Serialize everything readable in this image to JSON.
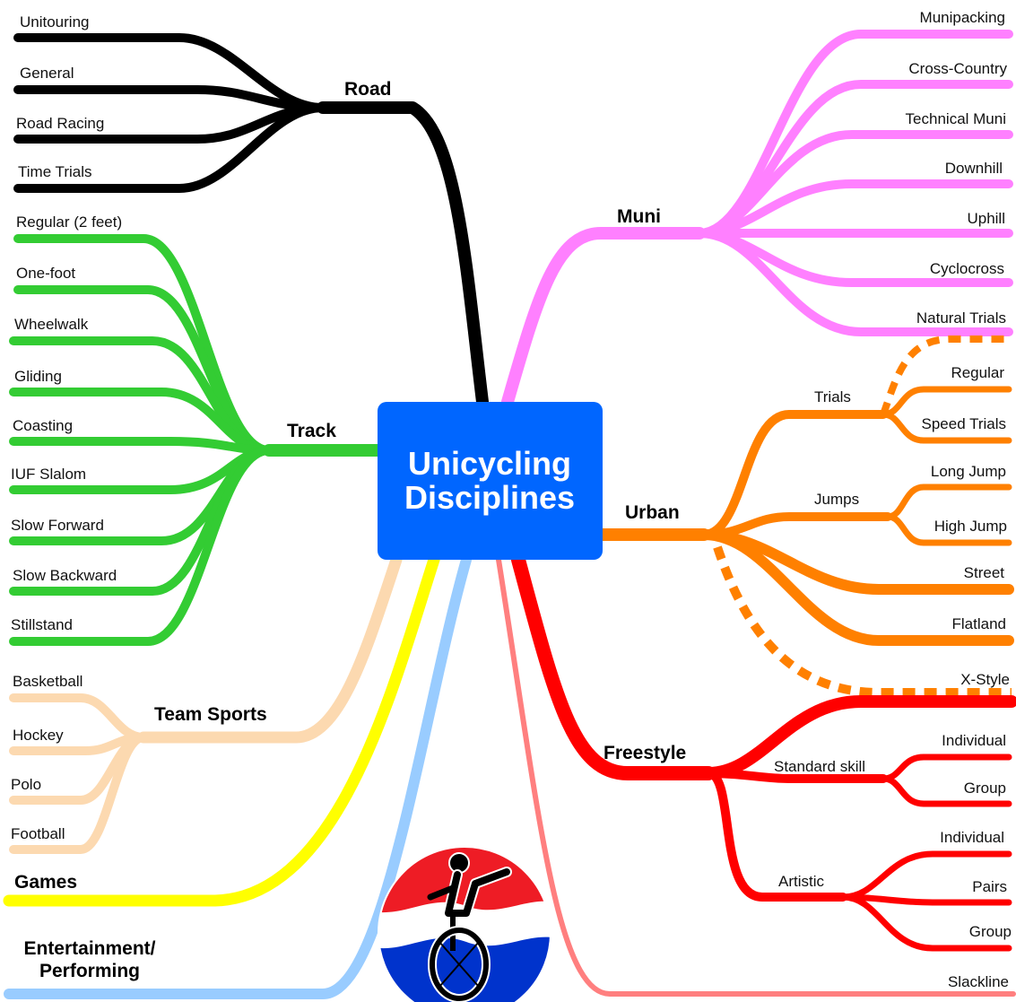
{
  "center": {
    "line1": "Unicycling",
    "line2": "Disciplines"
  },
  "colors": {
    "road": "#000000",
    "track": "#33cc33",
    "team": "#fcd9b0",
    "games": "#ffff00",
    "entertainment": "#99ccff",
    "slackline": "#ff7f7f",
    "muni": "#ff80ff",
    "urban": "#ff8000",
    "freestyle": "#ff0000",
    "center": "#0066ff"
  },
  "road": {
    "title": "Road",
    "items": [
      "Unitouring",
      "General",
      "Road Racing",
      "Time Trials"
    ]
  },
  "track": {
    "title": "Track",
    "items": [
      "Regular (2 feet)",
      "One-foot",
      "Wheelwalk",
      "Gliding",
      "Coasting",
      "IUF Slalom",
      "Slow Forward",
      "Slow Backward",
      "Stillstand"
    ]
  },
  "team_sports": {
    "title": "Team Sports",
    "items": [
      "Basketball",
      "Hockey",
      "Polo",
      "Football"
    ]
  },
  "games": {
    "title": "Games"
  },
  "entertainment": {
    "line1": "Entertainment/",
    "line2": "Performing"
  },
  "muni": {
    "title": "Muni",
    "items": [
      "Munipacking",
      "Cross-Country",
      "Technical Muni",
      "Downhill",
      "Uphill",
      "Cyclocross",
      "Natural Trials"
    ]
  },
  "urban": {
    "title": "Urban",
    "trials": {
      "title": "Trials",
      "items": [
        "Regular",
        "Speed Trials"
      ]
    },
    "jumps": {
      "title": "Jumps",
      "items": [
        "Long Jump",
        "High Jump"
      ]
    },
    "items": [
      "Street",
      "Flatland"
    ],
    "xstyle": "X-Style"
  },
  "freestyle": {
    "title": "Freestyle",
    "standard": {
      "title": "Standard skill",
      "items": [
        "Individual",
        "Group"
      ]
    },
    "artistic": {
      "title": "Artistic",
      "items": [
        "Individual",
        "Pairs",
        "Group"
      ]
    }
  },
  "slackline": "Slackline",
  "logo": {
    "name": "unicyclist-logo"
  }
}
